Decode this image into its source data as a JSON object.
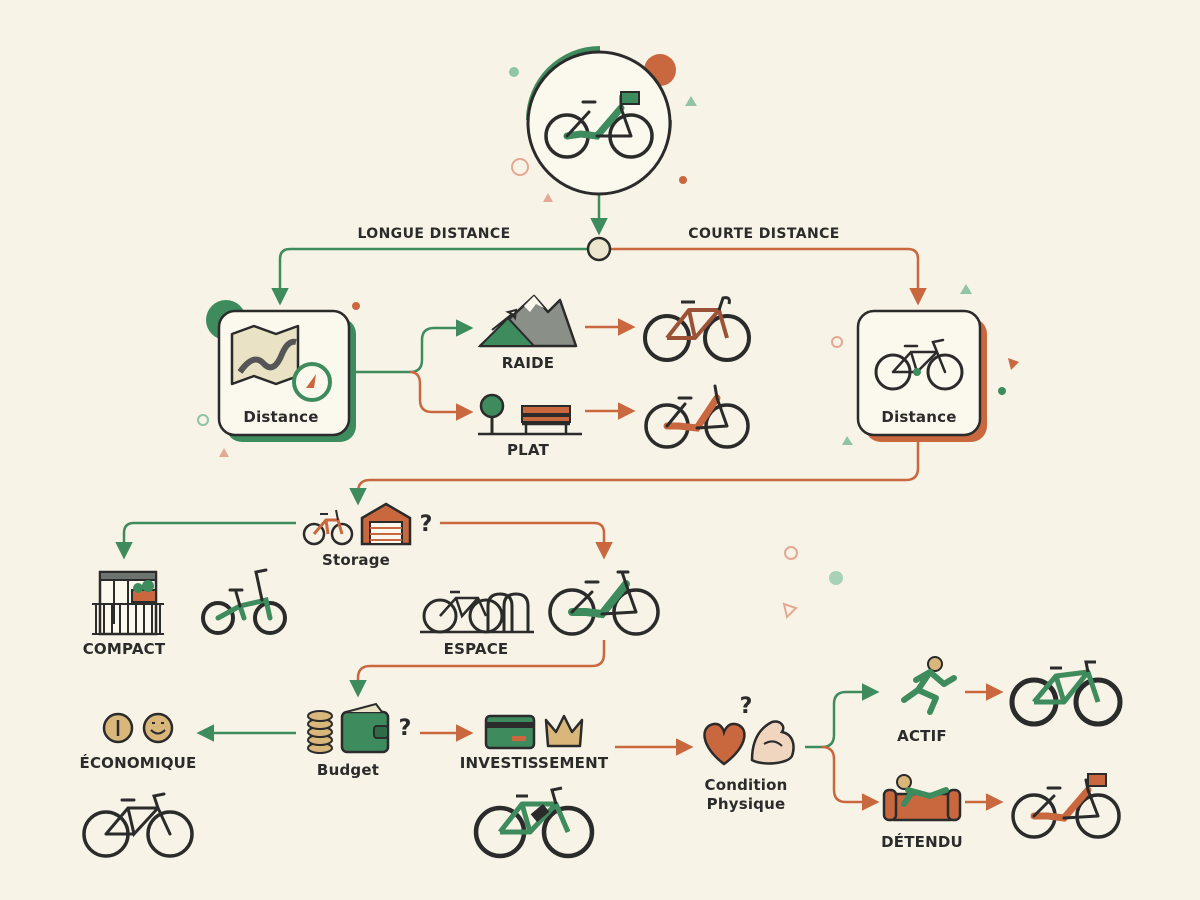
{
  "colors": {
    "green": "#3e8c5e",
    "orange": "#c9683f",
    "ink": "#2b2b2b",
    "cream": "#f7f3e6",
    "card": "#fbf8ee",
    "tan": "#d9b77a"
  },
  "branches": {
    "long_distance": "LONGUE DISTANCE",
    "short_distance": "COURTE DISTANCE"
  },
  "nodes": {
    "distance_left": "Distance",
    "distance_right": "Distance",
    "storage": "Storage",
    "budget": "Budget",
    "condition_line1": "Condition",
    "condition_line2": "Physique"
  },
  "options": {
    "raide": "RAIDE",
    "plat": "PLAT",
    "compact": "COMPACT",
    "espace": "ESPACE",
    "economique": "ÉCONOMIQUE",
    "investissement": "INVESTISSEMENT",
    "actif": "ACTIF",
    "detendu": "DÉTENDU"
  },
  "question_mark": "?",
  "icons": [
    "city-bike-icon",
    "map-compass-icon",
    "mountain-icon",
    "tree-bench-icon",
    "road-bike-icon",
    "step-through-bike-icon",
    "folding-bike-icon",
    "garage-icon",
    "apartment-balcony-icon",
    "bike-rack-icon",
    "coins-wallet-icon",
    "coin-smile-icon",
    "credit-card-icon",
    "crown-icon",
    "heart-icon",
    "muscle-arm-icon",
    "runner-icon",
    "sofa-relax-icon",
    "mountain-bike-icon",
    "e-bike-icon"
  ]
}
